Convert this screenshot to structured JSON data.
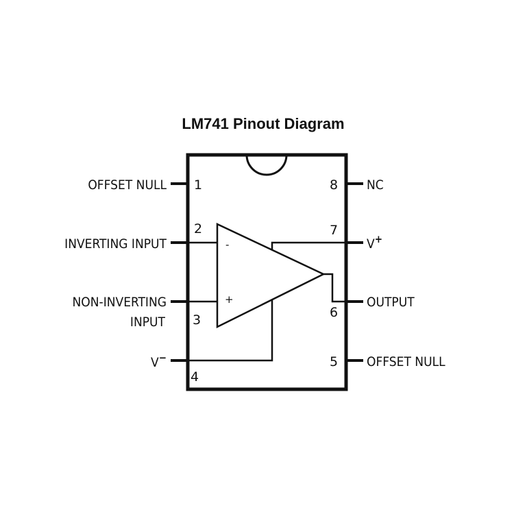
{
  "title": "LM741 Pinout Diagram",
  "pins": {
    "p1": {
      "number": "1",
      "label": "OFFSET NULL"
    },
    "p2": {
      "number": "2",
      "label": "INVERTING INPUT"
    },
    "p3": {
      "number": "3",
      "label_line1": "NON-INVERTING",
      "label_line2": "INPUT"
    },
    "p4": {
      "number": "4",
      "label": "V",
      "sup": "−"
    },
    "p5": {
      "number": "5",
      "label": "OFFSET NULL"
    },
    "p6": {
      "number": "6",
      "label": "OUTPUT"
    },
    "p7": {
      "number": "7",
      "label": "V",
      "sup": "+"
    },
    "p8": {
      "number": "8",
      "label": "NC"
    }
  },
  "opamp": {
    "minus": "-",
    "plus": "+"
  }
}
